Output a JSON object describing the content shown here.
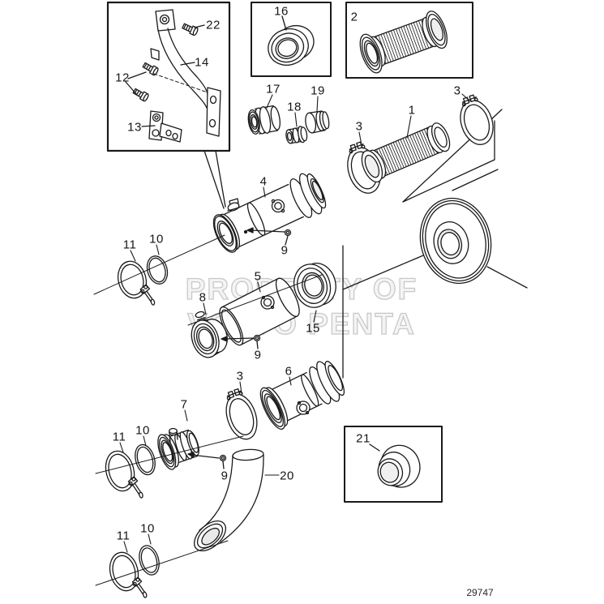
{
  "watermark": {
    "line1": "PROPERTY OF",
    "line2": "VOLVO PENTA"
  },
  "drawing_number": "29747",
  "callouts": [
    "22",
    "14",
    "12",
    "13",
    "16",
    "2",
    "17",
    "18",
    "19",
    "4",
    "3",
    "1",
    "3",
    "9",
    "11",
    "10",
    "8",
    "5",
    "15",
    "9",
    "3",
    "6",
    "7",
    "10",
    "11",
    "9",
    "20",
    "21",
    "10",
    "11"
  ]
}
